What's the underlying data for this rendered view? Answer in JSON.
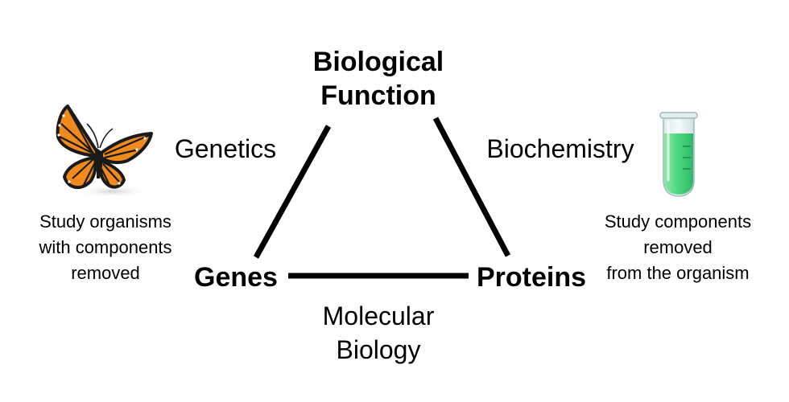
{
  "nodes": {
    "top": {
      "line1": "Biological",
      "line2": "Function"
    },
    "left": {
      "label": "Genes"
    },
    "right": {
      "label": "Proteins"
    }
  },
  "edges": {
    "left": {
      "label": "Genetics"
    },
    "right": {
      "label": "Biochemistry"
    },
    "bottom": {
      "line1": "Molecular",
      "line2": "Biology"
    }
  },
  "notes": {
    "genetics": {
      "line1": "Study organisms",
      "line2": "with components",
      "line3": "removed"
    },
    "biochemistry": {
      "line1": "Study components",
      "line2": "removed",
      "line3": "from the organism"
    }
  },
  "icons": {
    "left": "butterfly-icon",
    "right": "test-tube-icon"
  },
  "colors": {
    "line": "#000000",
    "butterfly_wing": "#f08a1c",
    "butterfly_vein": "#1a1a1a",
    "tube_liquid": "#4fd882",
    "tube_glass": "#e8f3f3"
  }
}
